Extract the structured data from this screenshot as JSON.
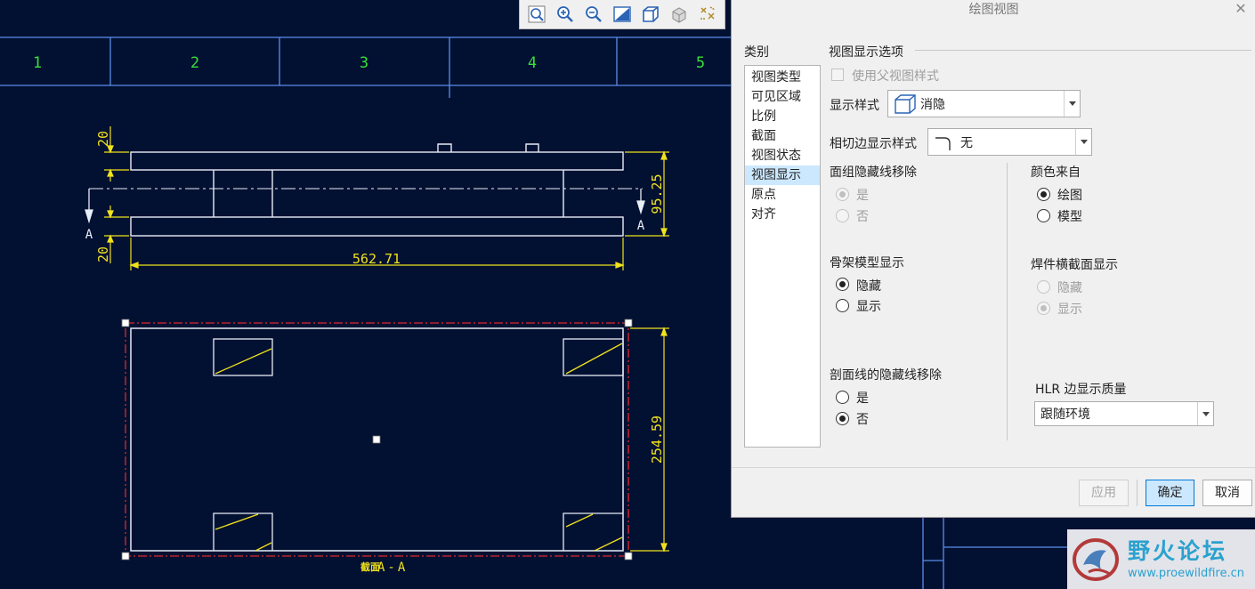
{
  "toolbar": {
    "icons": [
      "zoom-to-fit-icon",
      "zoom-in-icon",
      "zoom-out-icon",
      "repaint-icon",
      "display-style-icon",
      "saved-orientations-icon",
      "datum-display-filters-icon"
    ]
  },
  "drawing": {
    "zones": [
      "1",
      "2",
      "3",
      "4",
      "5"
    ],
    "dim_top_height": "20",
    "dim_bottom_height": "20",
    "dim_right_height": "95.25",
    "dim_width": "562.71",
    "section_label_left": "A",
    "section_label_right": "A",
    "section_view_height": "254.59",
    "section_caption_prefix": "截面",
    "section_caption_name": "A-A",
    "colors": {
      "background": "#021032",
      "border": "#5b8de8",
      "zone_text": "#36e03a",
      "geometry": "#e8eef7",
      "dimension": "#f0e21b",
      "selection": "#e0262b"
    }
  },
  "dialog": {
    "title": "绘图视图",
    "close_symbol": "✕",
    "category_label": "类别",
    "categories": [
      "视图类型",
      "可见区域",
      "比例",
      "截面",
      "视图状态",
      "视图显示",
      "原点",
      "对齐"
    ],
    "selected_category": "视图显示",
    "section_title": "视图显示选项",
    "use_parent_style": "使用父视图样式",
    "display_style_label": "显示样式",
    "display_style_value": "消隐",
    "tangent_label": "相切边显示样式",
    "tangent_value": "无",
    "quilt_hlr_label": "面组隐藏线移除",
    "quilt_yes": "是",
    "quilt_no": "否",
    "color_from_label": "颜色来自",
    "color_drawing": "绘图",
    "color_model": "模型",
    "skeleton_label": "骨架模型显示",
    "skeleton_hide": "隐藏",
    "skeleton_show": "显示",
    "weld_label": "焊件横截面显示",
    "weld_hide": "隐藏",
    "weld_show": "显示",
    "xhatch_label": "剖面线的隐藏线移除",
    "xhatch_yes": "是",
    "xhatch_no": "否",
    "hlr_quality_label": "HLR 边显示质量",
    "hlr_quality_value": "跟随环境",
    "apply_button": "应用",
    "ok_button": "确定",
    "cancel_button": "取消"
  },
  "watermark": {
    "title": "野火论坛",
    "url": "www.proewildfire.cn"
  }
}
